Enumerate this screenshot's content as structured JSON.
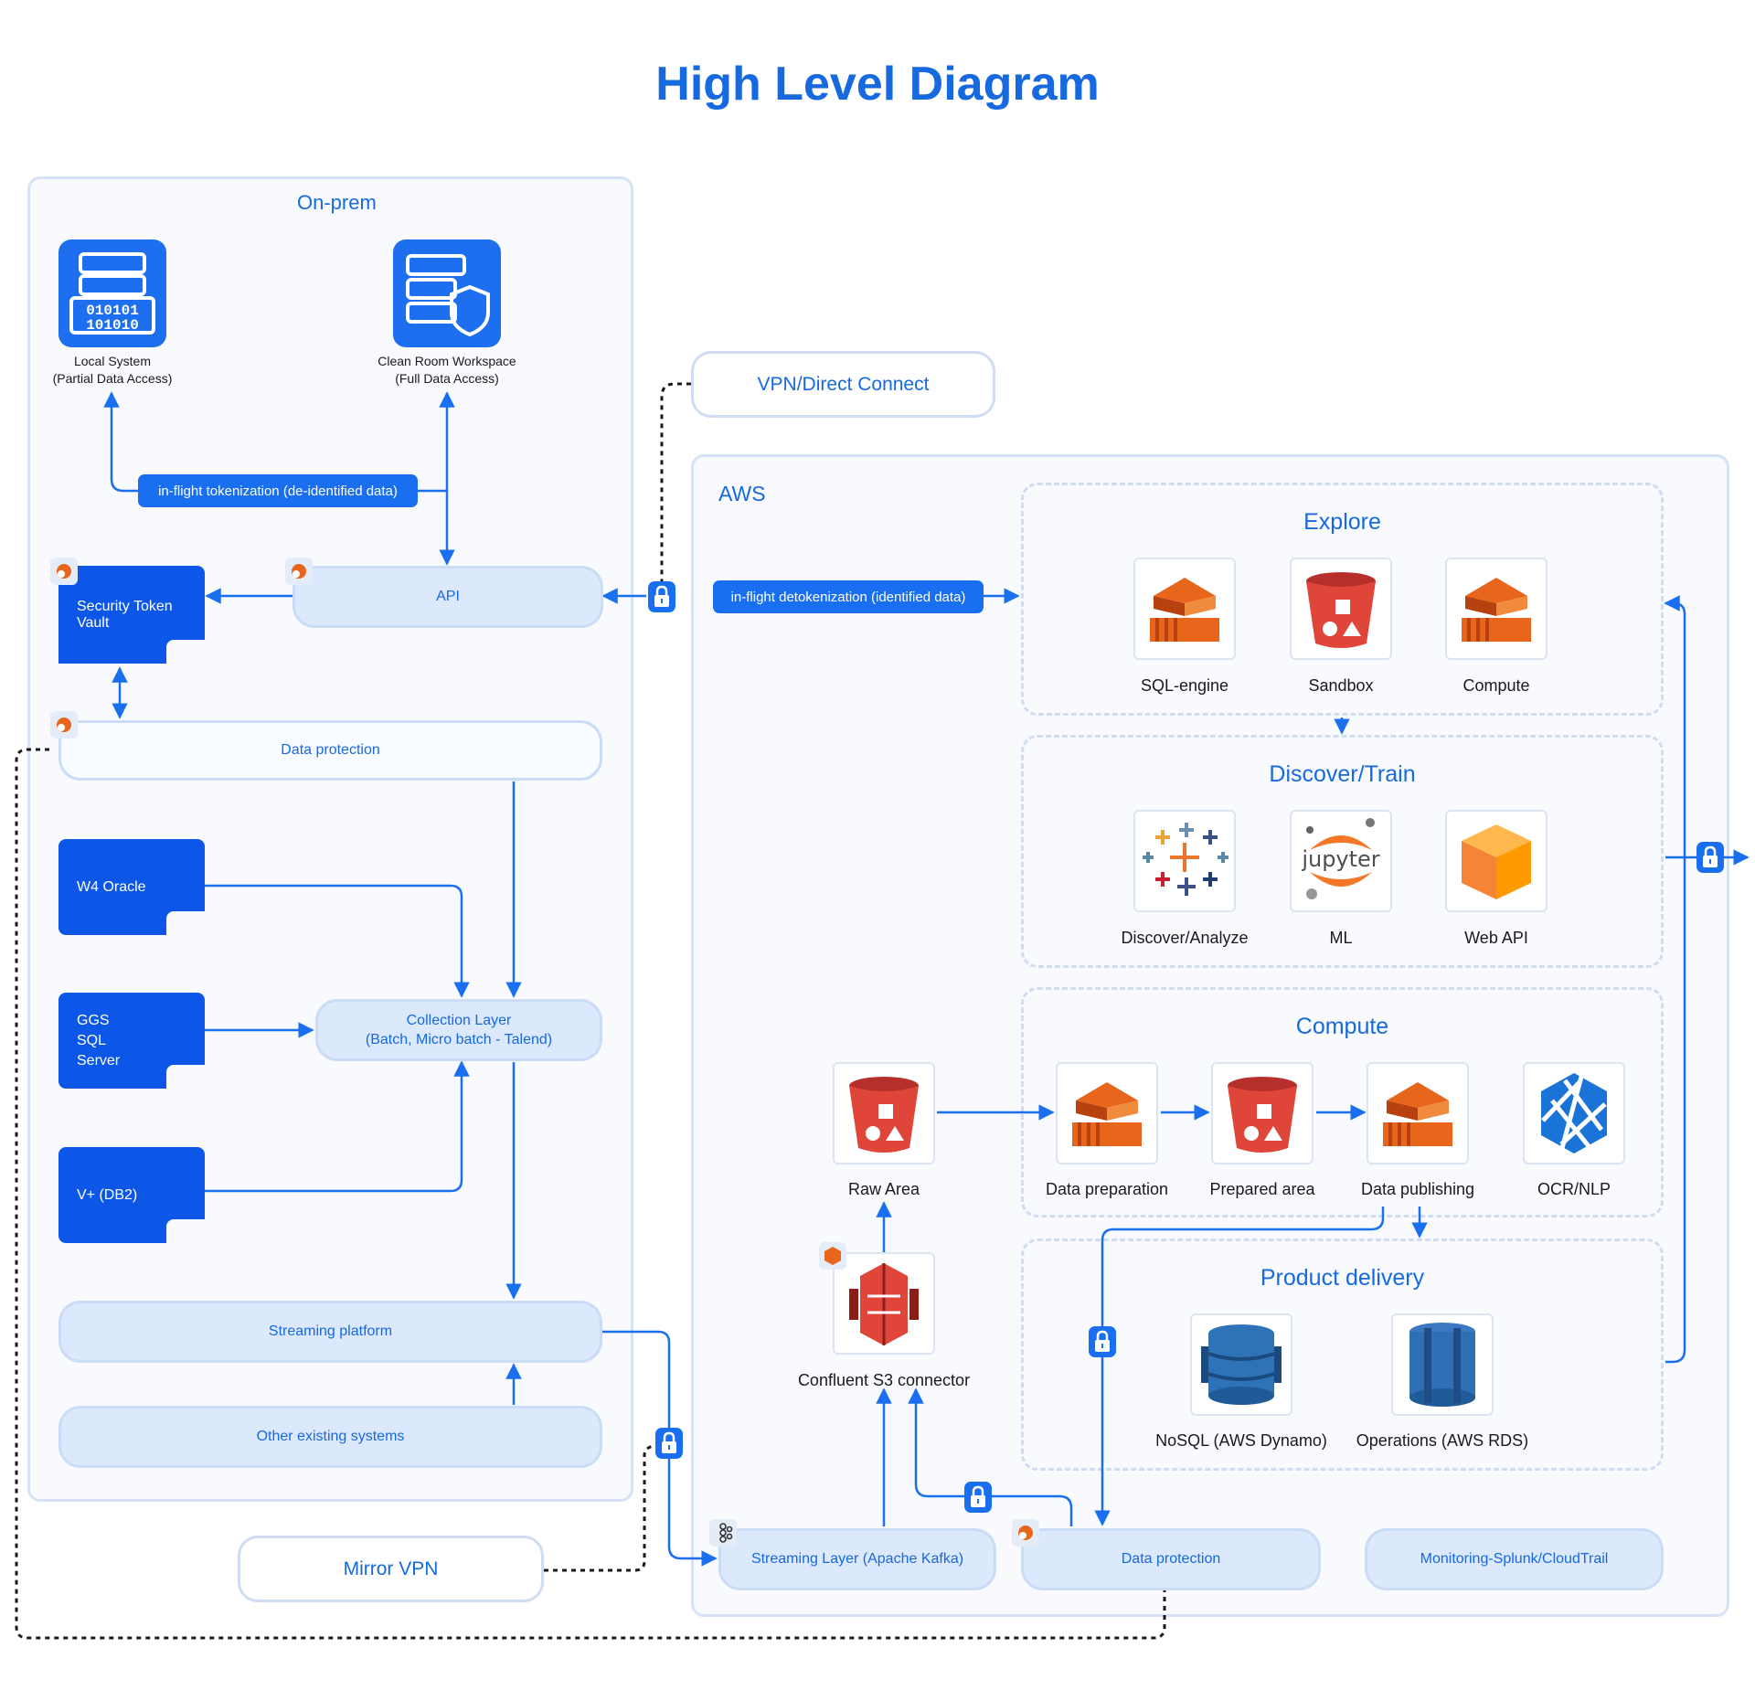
{
  "title": "High Level Diagram",
  "onprem": {
    "label": "On-prem",
    "local_system": "Local System",
    "local_system_sub": "(Partial Data Access)",
    "clean_room": "Clean Room Workspace",
    "clean_room_sub": "(Full Data Access)",
    "tokenization": "in-flight tokenization (de-identified data)",
    "api": "API",
    "vault_line1": "Security Token",
    "vault_line2": "Vault",
    "data_protection": "Data protection",
    "w4": "W4 Oracle",
    "ggs1": "GGS",
    "ggs2": "SQL",
    "ggs3": "Server",
    "vplus": "V+ (DB2)",
    "collection1": "Collection Layer",
    "collection2": "(Batch, Micro batch - Talend)",
    "streaming": "Streaming platform",
    "other": "Other existing systems"
  },
  "vpn": "VPN/Direct Connect",
  "mirror_vpn": "Mirror VPN",
  "aws": {
    "label": "AWS",
    "detokenization": "in-flight detokenization (identified data)",
    "explore": {
      "title": "Explore",
      "items": [
        "SQL-engine",
        "Sandbox",
        "Compute"
      ]
    },
    "discover": {
      "title": "Discover/Train",
      "items": [
        "Discover/Analyze",
        "ML",
        "Web API"
      ]
    },
    "compute": {
      "title": "Compute",
      "items": [
        "Data preparation",
        "Prepared area",
        "Data publishing",
        "OCR/NLP"
      ]
    },
    "raw_area": "Raw Area",
    "confluent": "Confluent S3 connector",
    "delivery": {
      "title": "Product delivery",
      "items": [
        "NoSQL (AWS Dynamo)",
        "Operations (AWS RDS)"
      ]
    },
    "kafka": "Streaming Layer (Apache Kafka)",
    "data_protection": "Data protection",
    "monitoring": "Monitoring-Splunk/CloudTrail",
    "jupyter": "jupyter"
  },
  "colors": {
    "accent": "#1769e0",
    "dark_box": "#0d57e8",
    "aws_orange": "#e8651c",
    "s3_red": "#e0453a"
  }
}
